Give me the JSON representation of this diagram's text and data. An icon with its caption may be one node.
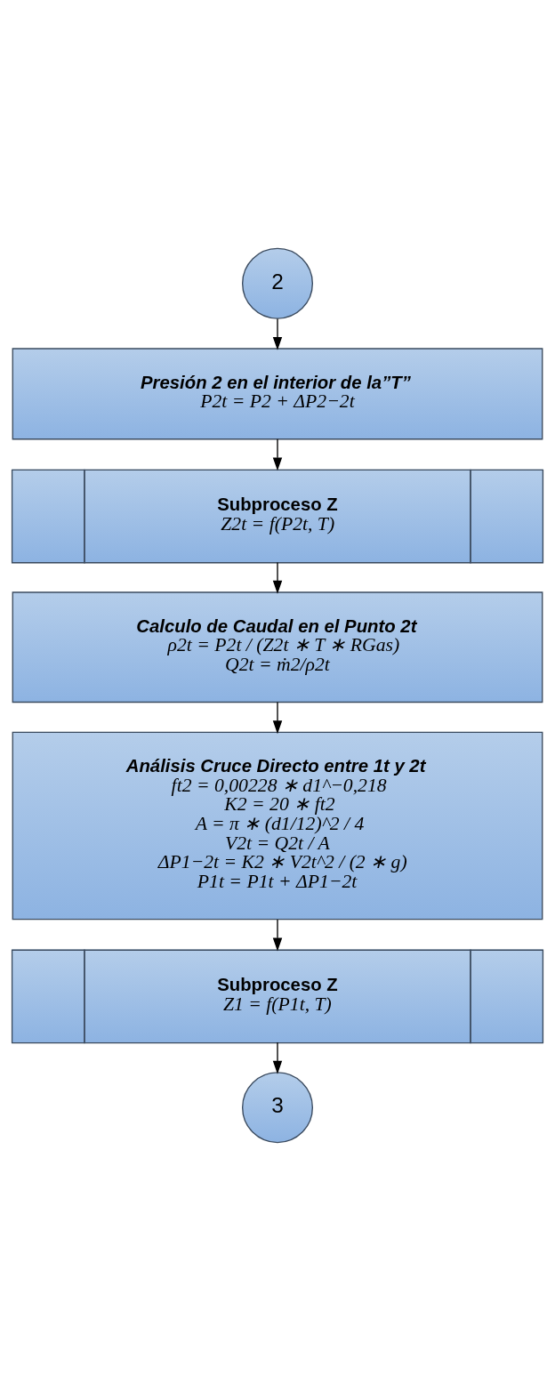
{
  "diagram": {
    "nodes": [
      {
        "text": [
          "2"
        ]
      },
      {
        "text": [
          "Presión 2 en el interior de la”T”",
          "P2t = P2 + ΔP2−2t"
        ]
      },
      {
        "text": [
          "Subproceso Z",
          "Z2t = f(P2t, T)"
        ]
      },
      {
        "text": [
          "Calculo de Caudal en el Punto 2t",
          "ρ2t = P2t / (Z2t ∗ T ∗ RGas)",
          "Q2t = ṁ2/ρ2t"
        ]
      },
      {
        "text": [
          "Análisis Cruce Directo entre 1t y 2t",
          "ft2 = 0,00228 ∗ d1^−0,218",
          "K2 = 20 ∗ ft2",
          "A = π ∗ (d1/12)^2 / 4",
          "V2t = Q2t / A",
          "ΔP1−2t = K2 ∗ V2t^2 / (2 ∗ g)",
          "P1t = P1t + ΔP1−2t"
        ]
      },
      {
        "text": [
          "Subproceso Z",
          "Z1 = f(P1t, T)"
        ]
      },
      {
        "text": [
          "3"
        ]
      }
    ],
    "edges": [
      {
        "from": 0,
        "to": 1,
        "arrow": "to"
      },
      {
        "from": 1,
        "to": 2,
        "arrow": "to"
      },
      {
        "from": 2,
        "to": 3,
        "arrow": "to"
      },
      {
        "from": 3,
        "to": 4,
        "arrow": "to"
      },
      {
        "from": 4,
        "to": 5,
        "arrow": "to"
      },
      {
        "from": 5,
        "to": 6,
        "arrow": "to"
      }
    ]
  }
}
